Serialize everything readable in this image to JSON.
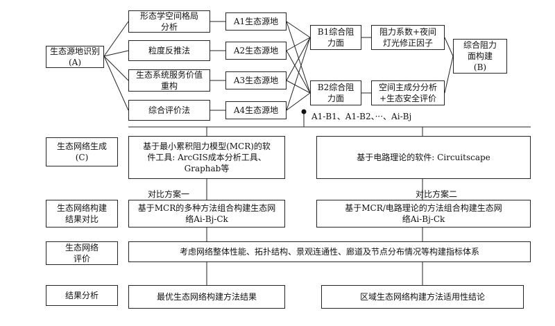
{
  "identification": "生态源地识别\n(A)",
  "methods": [
    "形态学空间格局\n分析",
    "粒度反推法",
    "生态系统服务价值\n重构",
    "综合评价法"
  ],
  "sources": [
    "A1生态源地",
    "A2生态源地",
    "A3生态源地",
    "A4生态源地"
  ],
  "resistance_surfaces": [
    "B1综合阻\n力面",
    "B2综合阻\n力面"
  ],
  "resistance_factors": [
    "阻力系数+夜间\n灯光修正因子",
    "空间主成分分析\n+生态安全评价"
  ],
  "composite": "综合阻力\n面构建\n(B)",
  "combo_label": "A1-B1、A1-B2、···、Ai-Bj",
  "network_generation": {
    "label": "生态网络生成\n(C)",
    "mcr": "基于最小累积阻力模型(MCR)的软\n件工具: ArcGIS成本分析工具、\nGraphab等",
    "circuit": "基于电路理论的软件: Circuitscape"
  },
  "schemes": [
    "对比方案一",
    "对比方案二"
  ],
  "comparison": {
    "label": "生态网络构建\n结果对比",
    "left": "基于MCR的多种方法组合构建生态网\n络Ai-Bj-Ck",
    "right": "基于MCR/电路理论的方法组合构建生态网\n络Ai-Bj-Ck"
  },
  "evaluation": {
    "label": "生态网络\n评价",
    "content": "考虑网络整体性能、拓扑结构、景观连通性、廊道及节点分布情况等构建指标体系"
  },
  "analysis": {
    "label": "结果分析",
    "left": "最优生态网络构建方法结果",
    "right": "区域生态网络构建方法适用性结论"
  }
}
